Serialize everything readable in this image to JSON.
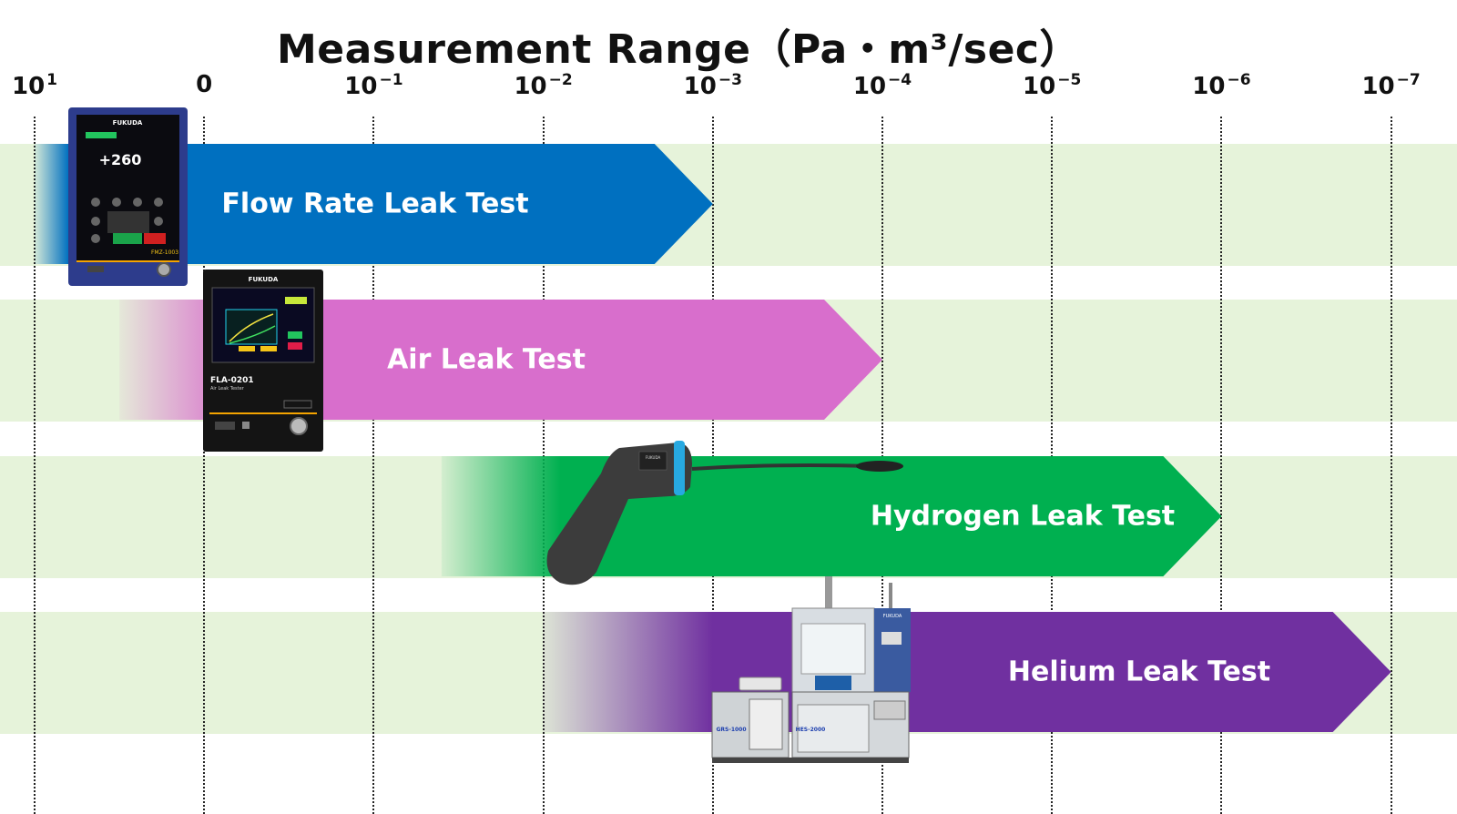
{
  "chart_data": {
    "type": "bar",
    "orientation": "horizontal-range",
    "title": "Measurement Range（Pa・m³/sec）",
    "x_axis": {
      "scale": "log-decreasing",
      "ticks": [
        {
          "label": "10",
          "exp": "1"
        },
        {
          "label": "0",
          "exp": ""
        },
        {
          "label": "10",
          "exp": "−1"
        },
        {
          "label": "10",
          "exp": "−2"
        },
        {
          "label": "10",
          "exp": "−3"
        },
        {
          "label": "10",
          "exp": "−4"
        },
        {
          "label": "10",
          "exp": "−5"
        },
        {
          "label": "10",
          "exp": "−6"
        },
        {
          "label": "10",
          "exp": "−7"
        }
      ],
      "tick_exponents": [
        1,
        0,
        -1,
        -2,
        -3,
        -4,
        -5,
        -6,
        -7
      ],
      "grid": true
    },
    "series": [
      {
        "name": "Flow Rate Leak Test",
        "range_exp": [
          1,
          -3
        ],
        "color": "#0070c0",
        "fade_from_exp": 1,
        "solid_from_exp": 0.8
      },
      {
        "name": "Air Leak Test",
        "range_exp": [
          0.5,
          -4
        ],
        "color": "#d86ecc",
        "fade_from_exp": 0.5,
        "solid_from_exp": -0.2
      },
      {
        "name": "Hydrogen Leak Test",
        "range_exp": [
          -1.4,
          -6
        ],
        "color": "#00b050",
        "fade_from_exp": -1.4,
        "solid_from_exp": -2.1
      },
      {
        "name": "Helium Leak Test",
        "range_exp": [
          -2,
          -7
        ],
        "color": "#7030a0",
        "fade_from_exp": -2,
        "solid_from_exp": -3
      }
    ]
  },
  "images": {
    "flow_device": {
      "brand": "FUKUDA",
      "screen_value": "+260",
      "model": "FMZ-1003"
    },
    "air_device": {
      "brand": "FUKUDA",
      "model": "FLA-0201",
      "subtitle": "Air Leak Tester"
    },
    "hydrogen_device": {
      "brand": "FUKUDA"
    },
    "helium_device": {
      "brand": "FUKUDA",
      "model_left": "GRS-1000",
      "model_right": "HES-2000"
    }
  }
}
